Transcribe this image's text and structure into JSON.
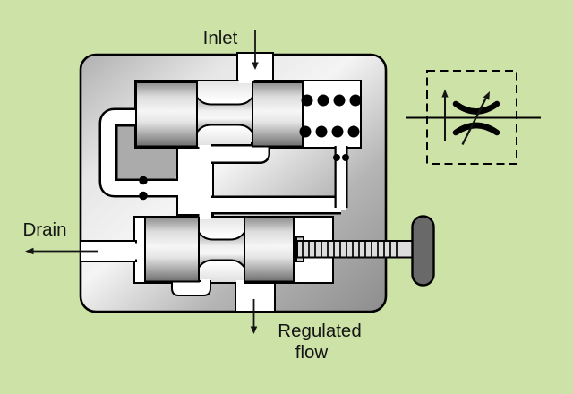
{
  "diagram": {
    "type": "hydraulic-flow-regulator-cross-section",
    "labels": {
      "inlet": "Inlet",
      "drain": "Drain",
      "regulated_line1": "Regulated",
      "regulated_line2": "flow"
    },
    "colors": {
      "background": "#cce2a6",
      "channel_fill": "#ffffff",
      "outline": "#000000",
      "island_gray": "#ababab",
      "knob_gray": "#696969",
      "rod_gray": "#dcdcdc",
      "text": "#141414"
    },
    "icons": {
      "flow_symbol": "adjustable-restrictor-flow-control-symbol",
      "spring_section": "spring-coil-dots",
      "adjust_screw": "threaded-adjustment-screw",
      "inlet_arrow": "arrow-down",
      "drain_arrow": "arrow-left",
      "regulated_arrow": "arrow-down"
    }
  }
}
